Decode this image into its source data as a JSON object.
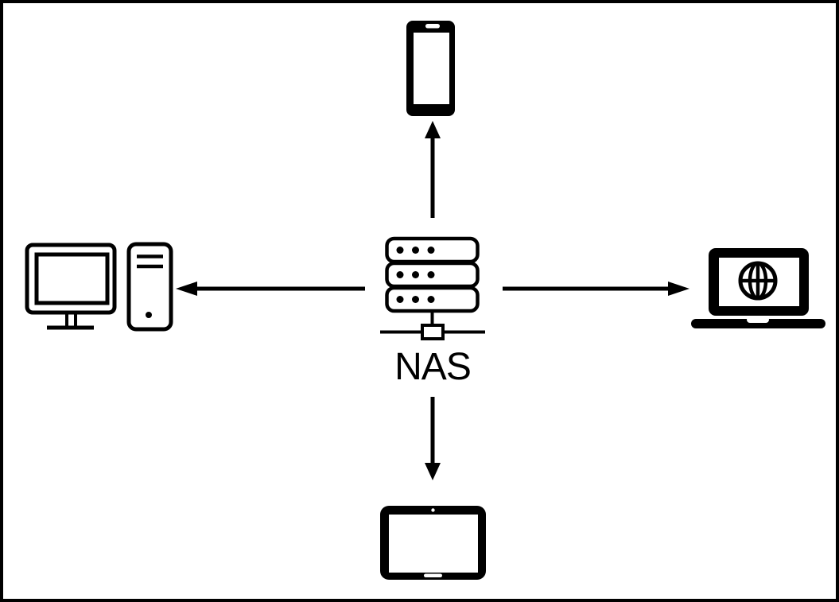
{
  "diagram": {
    "type": "hub-and-spoke",
    "center_node": {
      "id": "nas",
      "label": "NAS",
      "icon": "nas-server-icon"
    },
    "spoke_nodes": [
      {
        "id": "smartphone",
        "icon": "smartphone-icon",
        "position": "top"
      },
      {
        "id": "desktop-computer",
        "icon": "desktop-computer-icon",
        "position": "left"
      },
      {
        "id": "laptop",
        "icon": "laptop-globe-icon",
        "position": "right"
      },
      {
        "id": "tablet",
        "icon": "tablet-icon",
        "position": "bottom"
      }
    ],
    "connections": [
      {
        "from": "nas",
        "to": "smartphone",
        "direction": "up"
      },
      {
        "from": "nas",
        "to": "desktop-computer",
        "direction": "left"
      },
      {
        "from": "nas",
        "to": "laptop",
        "direction": "right"
      },
      {
        "from": "nas",
        "to": "tablet",
        "direction": "down"
      }
    ],
    "colors": {
      "foreground": "#000000",
      "background": "#ffffff",
      "border": "#000000"
    }
  }
}
